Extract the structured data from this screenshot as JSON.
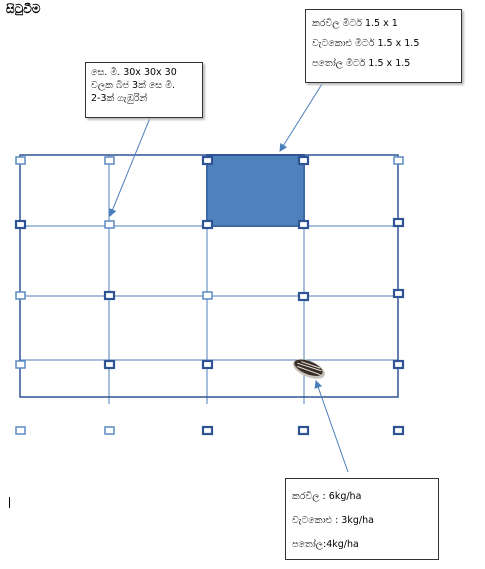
{
  "title": "සිටුවීම",
  "colors": {
    "grid_line": "#4e7fb8",
    "outer_border": "#2f5496",
    "marker": "#2f5496",
    "highlight_fill": "#4f81bd",
    "arrow": "#4a7ebb"
  },
  "callout_spacing": {
    "lines": [
      "කරවිල මීටර් 1.5 x 1",
      "වැටකොළු මීටර් 1.5 x 1.5",
      "පතෝල මීටර් 1.5 x 1.5"
    ]
  },
  "callout_pit": {
    "line1": "සෙ. මී. 30x 30x 30 වලක බීජ 3ක් සෙ මී.",
    "line2": "2-3ක් ගැඹුරින්"
  },
  "callout_seed": {
    "lines": [
      "කරවිල : 6kg/ha",
      "වැටකොළු : 3kg/ha",
      "පතෝල:4kg/ha"
    ]
  },
  "icons": {
    "seed": "sunflower-seed-icon"
  }
}
